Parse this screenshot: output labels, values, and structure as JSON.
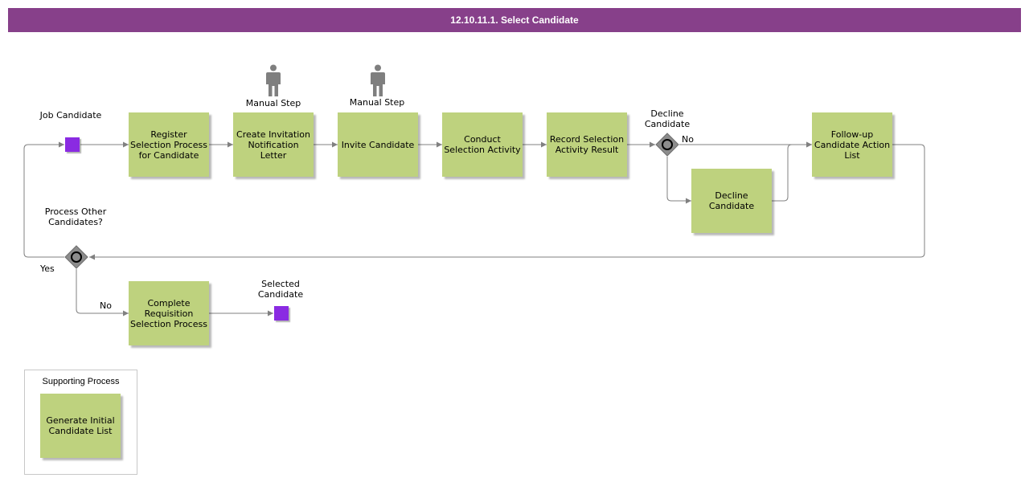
{
  "header": {
    "title": "12.10.11.1. Select Candidate"
  },
  "events": {
    "start_label": "Job Candidate",
    "end_label": "Selected Candidate"
  },
  "tasks": {
    "register": "Register Selection Process for Candidate",
    "create_invitation": "Create Invitation Notification Letter",
    "invite": "Invite Candidate",
    "conduct": "Conduct Selection Activity",
    "record": "Record Selection Activity Result",
    "decline": "Decline Candidate",
    "followup": "Follow-up Candidate Action List",
    "complete": "Complete Requisition Selection Process",
    "generate": "Generate Initial Candidate List"
  },
  "annotations": {
    "manual_step_1": "Manual Step",
    "manual_step_2": "Manual Step"
  },
  "gateways": {
    "decline_question": "Decline Candidate",
    "decline_no": "No",
    "process_other": "Process Other Candidates?",
    "process_yes": "Yes",
    "process_no": "No"
  },
  "supporting": {
    "title": "Supporting Process"
  },
  "colors": {
    "header_bg": "#87408a",
    "task_fill": "#bed27e",
    "event_fill": "#8a2be2",
    "gateway_fill": "#8c8c8c",
    "connector": "#808080",
    "person": "#7f7f7f"
  }
}
